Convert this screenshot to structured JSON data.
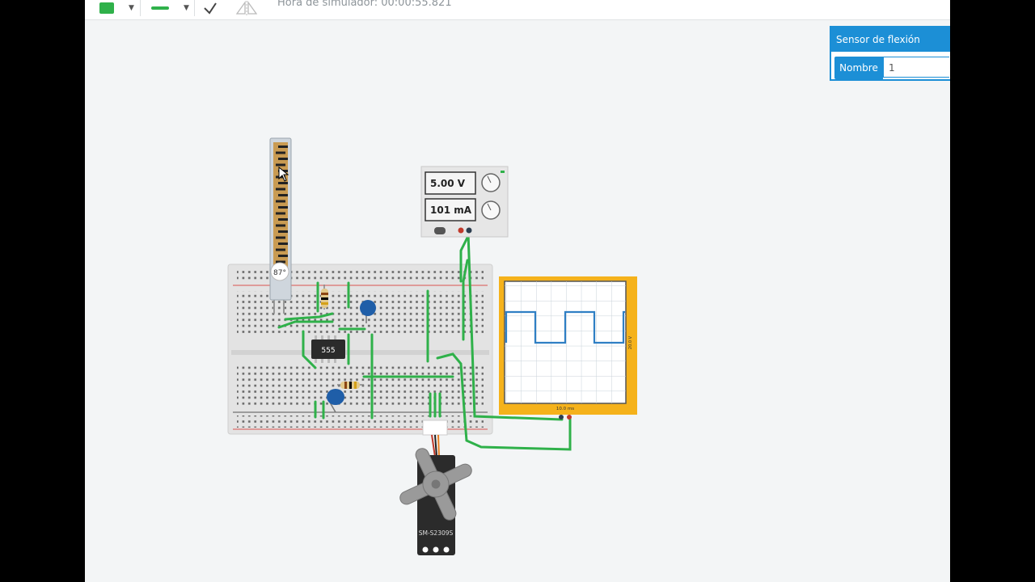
{
  "toolbar": {
    "simulator_time": "Hora de simulador: 00:00:55.821",
    "wire_color": "#2fb14a"
  },
  "properties": {
    "title": "Sensor de flexión",
    "name_label": "Nombre",
    "name_value": "1"
  },
  "components": {
    "flex_sensor": {
      "angle": "87°"
    },
    "power_supply": {
      "voltage": "5.00 V",
      "current": "101 mA"
    },
    "timer_ic": {
      "label": "555"
    },
    "oscilloscope": {
      "time_div": "10.0 ms",
      "volt_div": "20.0 V"
    },
    "servo": {
      "model": "SM-S2309S"
    }
  },
  "colors": {
    "wire": "#2fb14a",
    "scope_frame": "#f5b21b",
    "scope_trace": "#2f7fc4",
    "breadboard": "#e3e3e3",
    "capacitor": "#1f5ea8"
  }
}
